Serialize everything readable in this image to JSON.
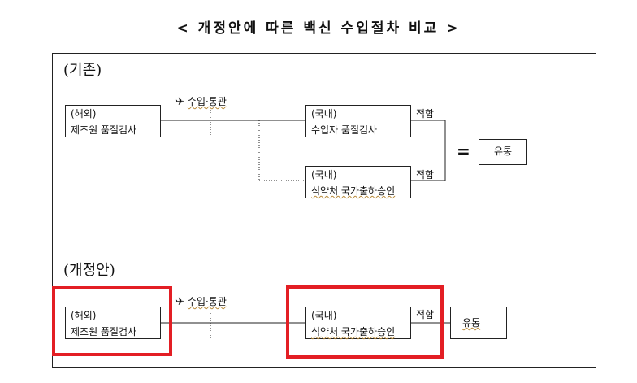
{
  "title": "< 개정안에 따른 백신 수입절차 비교 >",
  "before": {
    "label": "(기존)",
    "origin": {
      "line1": "(해외)",
      "line2": "제조원 품질검사"
    },
    "customs": {
      "icon": "airplane-icon",
      "label": "수입·통관"
    },
    "importer": {
      "line1": "(국내)",
      "line2": "수입자 품질검사"
    },
    "mfds": {
      "line1": "(국내)",
      "line2": "식약처 국가출하승인"
    },
    "pass1": "적합",
    "pass2": "적합",
    "equals": "=",
    "distribution": "유통"
  },
  "after": {
    "label": "(개정안)",
    "origin": {
      "line1": "(해외)",
      "line2": "제조원 품질검사"
    },
    "customs": {
      "icon": "airplane-icon",
      "label": "수입·통관"
    },
    "mfds": {
      "line1": "(국내)",
      "line2": "식약처 국가출하승인"
    },
    "pass": "적합",
    "distribution": "유통"
  },
  "colors": {
    "highlight": "#e31e24",
    "line": "#222222"
  }
}
